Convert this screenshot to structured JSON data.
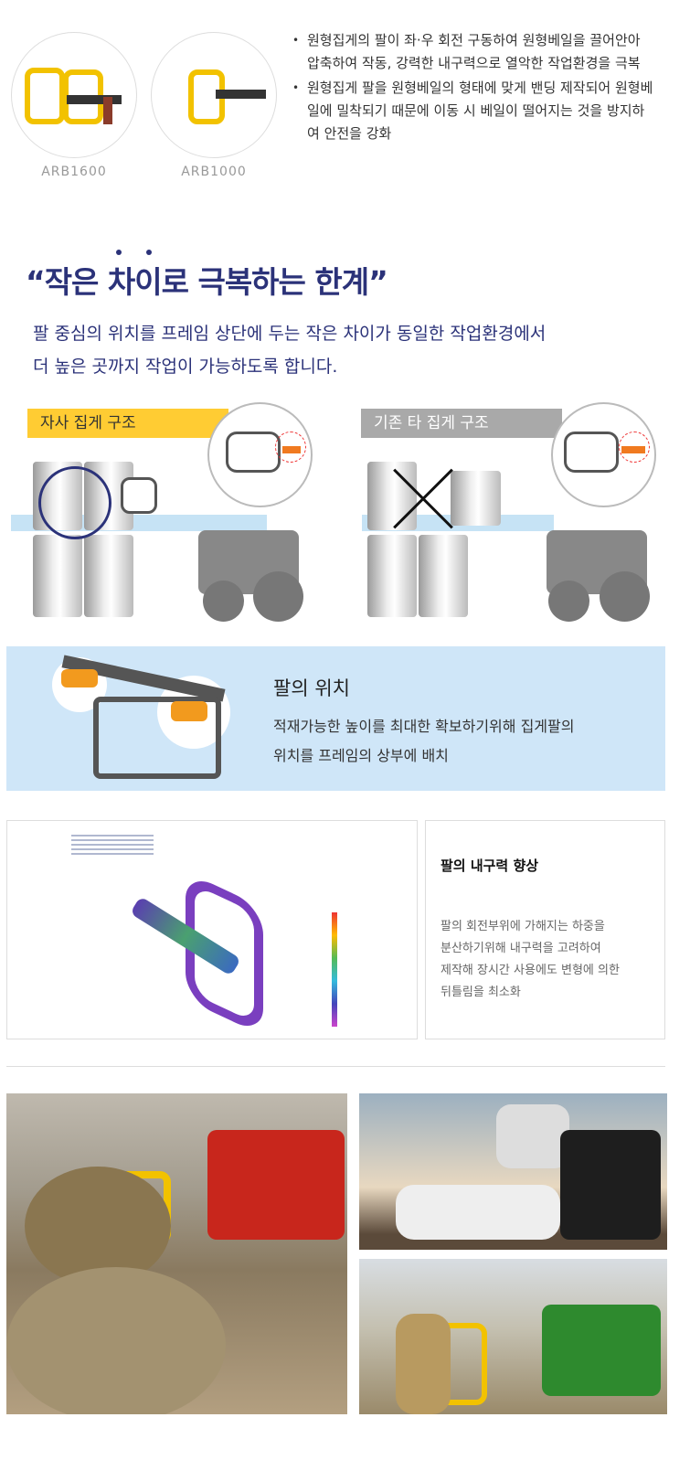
{
  "products": [
    {
      "model": "ARB1600"
    },
    {
      "model": "ARB1000"
    }
  ],
  "features": [
    "원형집게의 팔이 좌·우 회전 구동하여 원형베일을 끌어안아 압축하여 작동, 강력한 내구력으로 열악한 작업환경을 극복",
    "원형집게 팔을 원형베일의 형태에 맞게 밴딩 제작되어 원형베일에 밀착되기 때문에 이동 시 베일이 떨어지는 것을 방지하여 안전을 강화"
  ],
  "headline": {
    "title": "“작은 차이로 극복하는 한계”",
    "lines": [
      "팔 중심의 위치를 프레임 상단에 두는 작은 차이가 동일한 작업환경에서",
      "더 높은 곳까지 작업이 가능하도록 합니다."
    ]
  },
  "comparison": {
    "ours": "자사 집게 구조",
    "others": "기존 타 집게 구조"
  },
  "arm_position": {
    "title": "팔의 위치",
    "lines": [
      "적재가능한 높이를 최대한 확보하기위해 집게팔의",
      "위치를 프레임의 상부에 배치"
    ]
  },
  "durability": {
    "title": "팔의 내구력 향상",
    "lines": [
      "팔의 회전부위에 가해지는 하중을",
      "분산하기위해 내구력을 고려하여",
      "제작해 장시간 사용에도 변형에 의한",
      "뒤틀림을 최소화"
    ]
  },
  "colors": {
    "navy": "#2b3279",
    "yellow": "#ffcc33",
    "gray_tag": "#a9a9a9",
    "blue_panel": "#cfe6f8"
  }
}
